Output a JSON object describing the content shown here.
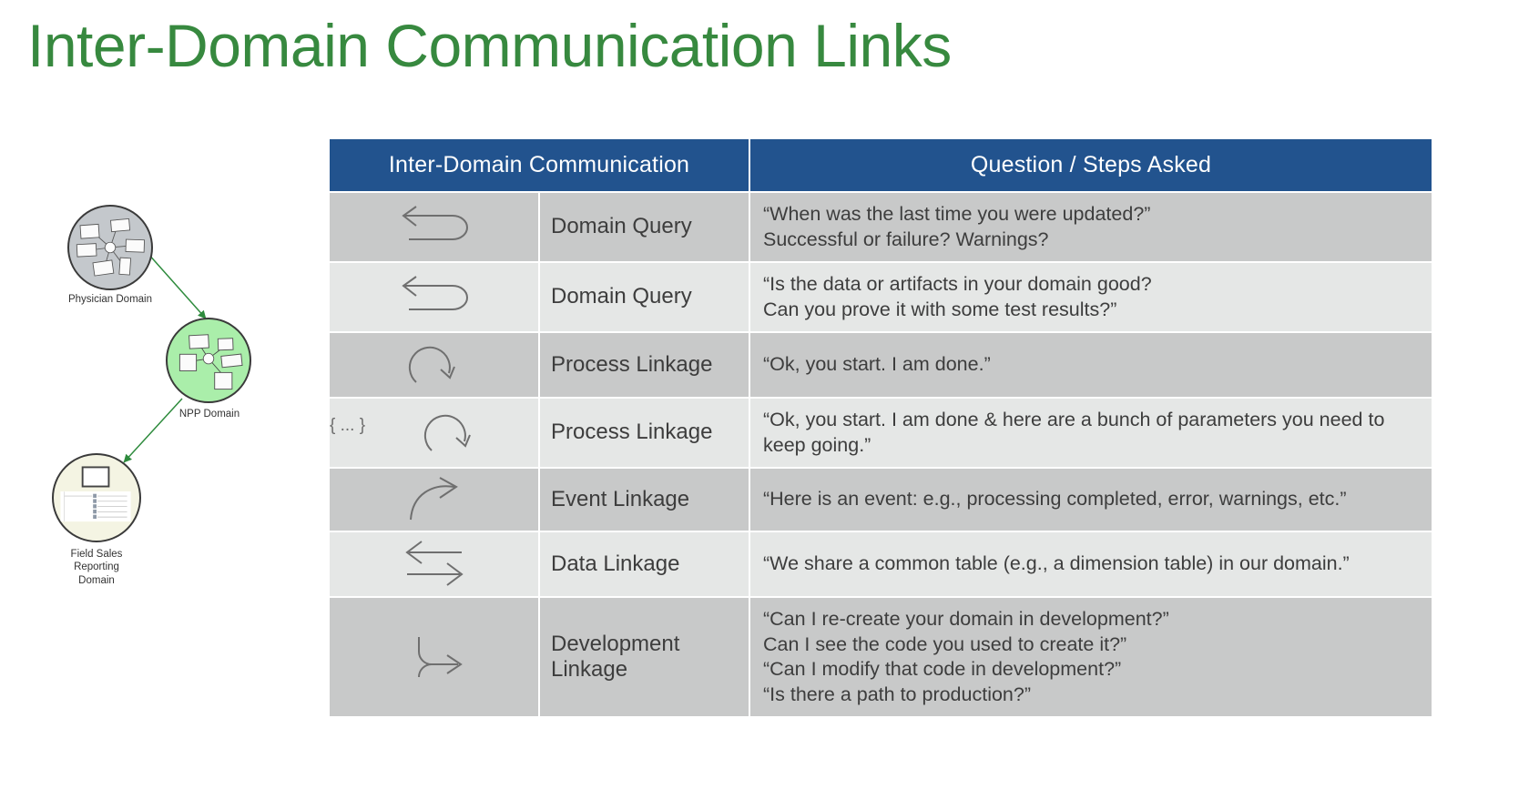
{
  "title": "Inter-Domain Communication Links",
  "colors": {
    "title_green": "#37893F",
    "header_blue": "#22538E",
    "row_dark": "#c8c9c9",
    "row_light": "#e5e7e6",
    "node_physician": "#c4c8cc",
    "node_npp": "#aaeeaa",
    "node_field": "#f4f4e3",
    "link_arrow_green": "#2E8B3D"
  },
  "diagram": {
    "nodes": [
      {
        "id": "physician",
        "label": "Physician Domain",
        "fill": "#c4c8cc"
      },
      {
        "id": "npp",
        "label": "NPP Domain",
        "fill": "#aaeeaa"
      },
      {
        "id": "field",
        "label": "Field Sales\nReporting\nDomain",
        "fill": "#f4f4e3"
      }
    ],
    "links": [
      {
        "from": "physician",
        "to": "npp"
      },
      {
        "from": "npp",
        "to": "field"
      }
    ]
  },
  "table": {
    "headers": {
      "left": "Inter-Domain Communication",
      "right": "Question / Steps Asked"
    },
    "rows": [
      {
        "icon": "u-turn-left-arrow-icon",
        "name": "Domain Query",
        "question": "“When was the last time you were updated?”\nSuccessful or failure? Warnings?",
        "shade": "dark"
      },
      {
        "icon": "u-turn-left-arrow-icon",
        "name": "Domain Query",
        "question": "“Is the data or artifacts in your domain good?\nCan you prove it with some test results?”",
        "shade": "light"
      },
      {
        "icon": "circular-arrow-icon",
        "name": "Process Linkage",
        "question": "“Ok, you start. I am done.”",
        "shade": "dark"
      },
      {
        "icon": "circular-arrow-with-parameters-icon",
        "name": "Process Linkage",
        "question": "“Ok, you start. I am done & here are a bunch of parameters you need to keep going.”",
        "shade": "light",
        "braces": "{ ... }"
      },
      {
        "icon": "curved-up-right-arrow-icon",
        "name": "Event Linkage",
        "question": "“Here is an event: e.g., processing completed, error, warnings, etc.”",
        "shade": "dark"
      },
      {
        "icon": "bidirectional-arrows-icon",
        "name": "Data Linkage",
        "question": "“We share a common table (e.g., a dimension table) in our domain.”",
        "shade": "light"
      },
      {
        "icon": "branch-arrow-icon",
        "name": "Development Linkage",
        "question": "“Can I re-create your domain in development?”\nCan I see the code you used to create it?”\n“Can I modify that code in development?”\n“Is there a path to production?”",
        "shade": "dark"
      }
    ]
  }
}
